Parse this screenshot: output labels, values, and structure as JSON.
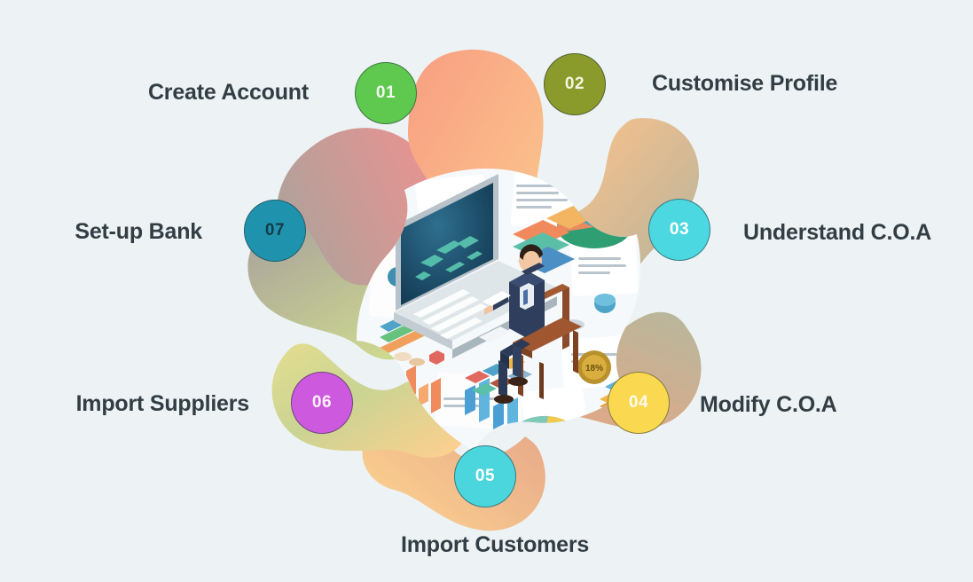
{
  "page": {
    "title": "Onboarding Steps Flower Diagram",
    "background_color": "#edf3f5",
    "label_text_color": "#333d44"
  },
  "center_illustration": {
    "name": "isometric-business-analytics-illustration",
    "description": "Businessman in suit seated on a chair working on a laptop displaying a world map, surrounded by isometric charts, pie charts, bar graphs, documents and data cards",
    "badge_value": "18%"
  },
  "steps": [
    {
      "number": "01",
      "label": "Create Account",
      "circle_color": "#5ec94e",
      "number_color": "#f2f7ee",
      "label_side": "left",
      "petal_from": "#a9a39d",
      "petal_to": "#f2918f"
    },
    {
      "number": "02",
      "label": "Customise Profile",
      "circle_color": "#8a9b2b",
      "number_color": "#f3f6df",
      "label_side": "right",
      "petal_from": "#f7a183",
      "petal_to": "#f9c08a"
    },
    {
      "number": "03",
      "label": "Understand C.O.A",
      "circle_color": "#4cd8e0",
      "number_color": "#ffffff",
      "label_side": "right",
      "petal_from": "#f6c08c",
      "petal_to": "#b8b49a"
    },
    {
      "number": "04",
      "label": "Modify C.O.A",
      "circle_color": "#fad84f",
      "number_color": "#fffaf0",
      "label_side": "right",
      "petal_from": "#b9b49a",
      "petal_to": "#e4a584"
    },
    {
      "number": "05",
      "label": "Import Customers",
      "circle_color": "#4bd6de",
      "number_color": "#ffffff",
      "label_side": "bottom",
      "petal_from": "#e8a98a",
      "petal_to": "#fbcf8f"
    },
    {
      "number": "06",
      "label": "Import Suppliers",
      "circle_color": "#cd5ade",
      "number_color": "#fdf1fb",
      "label_side": "left",
      "petal_from": "#fbcf8f",
      "petal_to": "#d9d98f"
    },
    {
      "number": "07",
      "label": "Set-up Bank",
      "circle_color": "#1f93ad",
      "number_color": "#143c48",
      "label_side": "left",
      "petal_from": "#cdd98f",
      "petal_to": "#a9a39d"
    }
  ]
}
